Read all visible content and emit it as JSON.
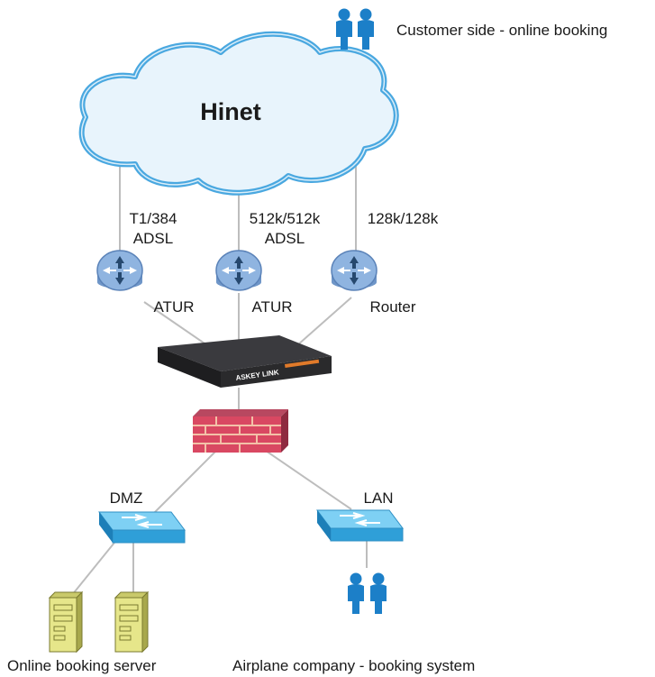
{
  "cloud": {
    "label": "Hinet"
  },
  "customer": {
    "label": "Customer side - online booking"
  },
  "links": [
    {
      "line1": "T1/384",
      "line2": "ADSL",
      "device": "ATUR"
    },
    {
      "line1": "512k/512k",
      "line2": "ADSL",
      "device": "ATUR"
    },
    {
      "line1": "128k/128k",
      "line2": "",
      "device": "Router"
    }
  ],
  "appliance": {
    "brand": "ASKEY LINK"
  },
  "zones": {
    "dmz": "DMZ",
    "lan": "LAN"
  },
  "captions": {
    "server": "Online booking server",
    "company": "Airplane company - booking system"
  },
  "colors": {
    "cloud_fill": "#e8f4fc",
    "cloud_stroke": "#4aa8e0",
    "router": "#8fb4e0",
    "switch": "#4db2e6",
    "firewall": "#d94862",
    "server": "#e6e68a",
    "people": "#1c7fc8"
  }
}
